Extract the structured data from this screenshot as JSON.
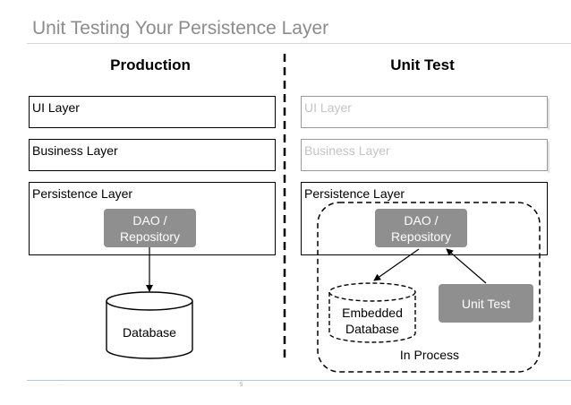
{
  "title": "Unit Testing Your Persistence Layer",
  "production": {
    "heading": "Production",
    "ui_layer": "UI Layer",
    "business_layer": "Business Layer",
    "persistence_layer": "Persistence Layer",
    "dao_line1": "DAO /",
    "dao_line2": "Repository",
    "database": "Database"
  },
  "unit_test": {
    "heading": "Unit Test",
    "ui_layer": "UI Layer",
    "business_layer": "Business Layer",
    "persistence_layer": "Persistence Layer",
    "dao_line1": "DAO /",
    "dao_line2": "Repository",
    "embedded_line1": "Embedded",
    "embedded_line2": "Database",
    "unit_test_box": "Unit Test",
    "in_process": "In Process"
  },
  "footer": {
    "page_number": "5",
    "mark": "..."
  },
  "colors": {
    "title": "#8c8c8c",
    "component_fill": "#8f8f8f",
    "faded_text": "#c4c4c4"
  }
}
